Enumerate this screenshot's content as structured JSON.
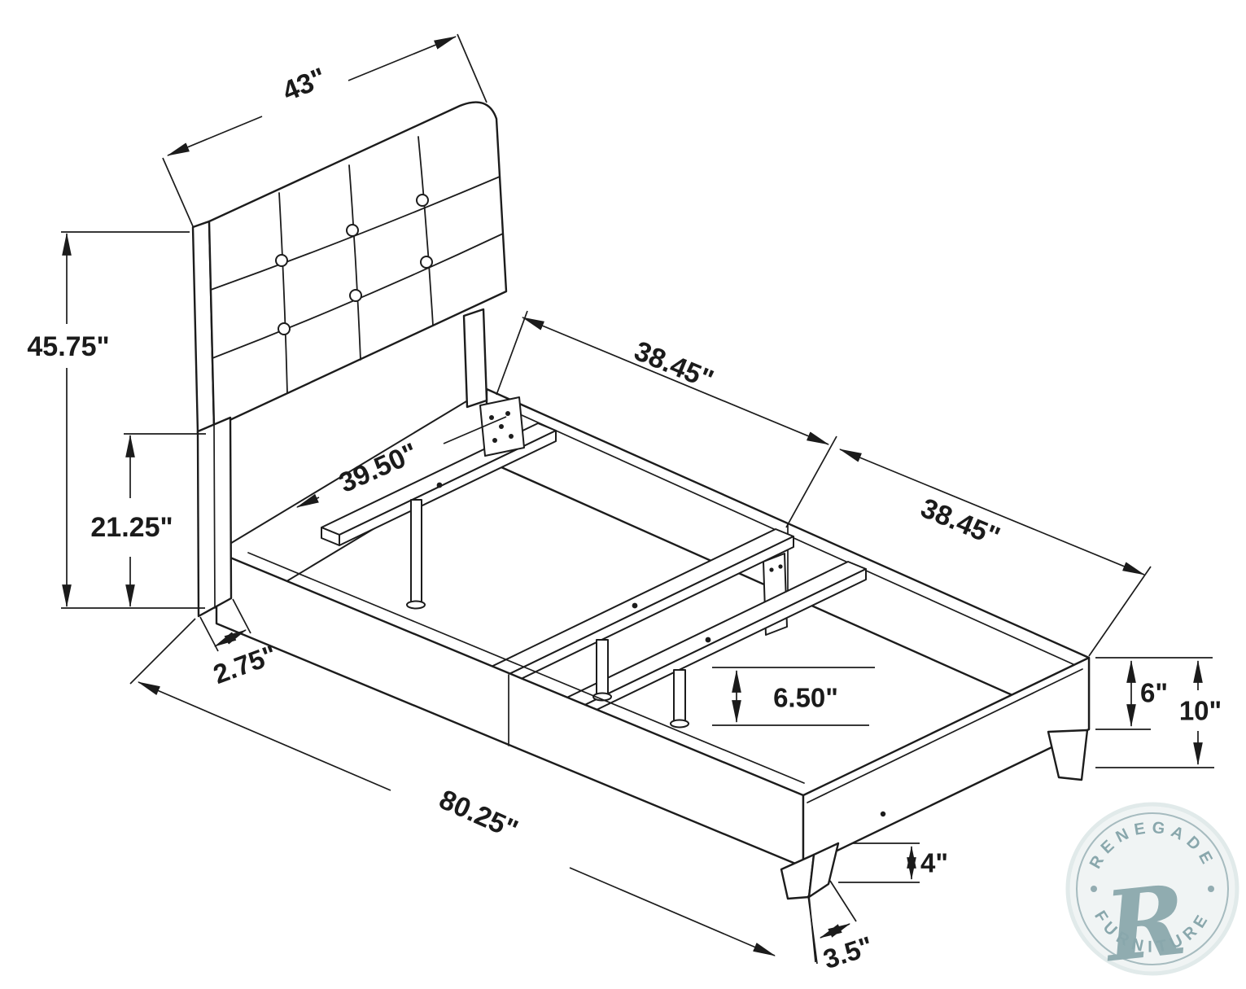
{
  "diagram": {
    "kind": "furniture dimension line drawing",
    "product": "button-tufted twin bed frame with slat support",
    "dimensions": {
      "headboard_width": "43\"",
      "headboard_height": "45.75\"",
      "headboard_leg_height": "21.25\"",
      "headboard_leg_depth": "2.75\"",
      "overall_length": "80.25\"",
      "rail_section_head": "38.45\"",
      "rail_section_foot": "38.45\"",
      "slat_length": "39.50\"",
      "center_leg_height": "6.50\"",
      "side_rail_height": "6\"",
      "frame_height": "10\"",
      "foot_leg_height": "4\"",
      "foot_leg_width": "3.5\""
    },
    "watermark": {
      "arc_top": "RENEGADE",
      "arc_bottom": "FURNITURE",
      "monogram": "R",
      "accent_color": "#7fa0a6"
    },
    "line_color": "#1c1c1c",
    "background_color": "#ffffff"
  }
}
